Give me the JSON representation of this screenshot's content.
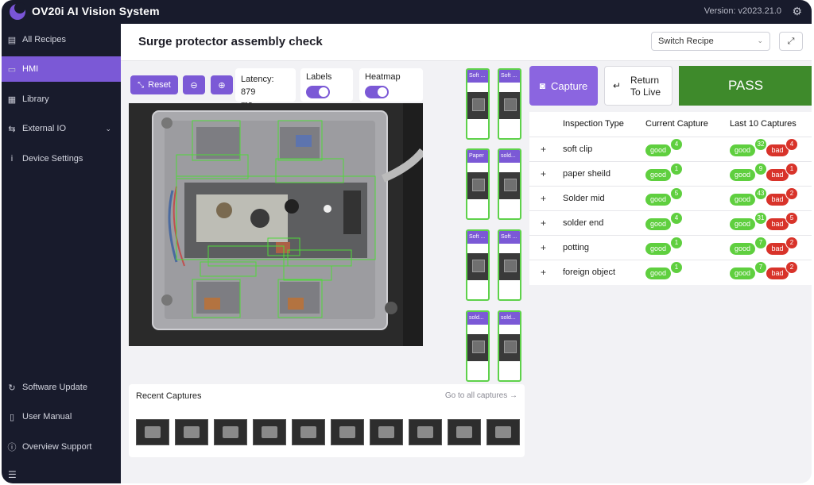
{
  "app": {
    "title": "OV20i AI Vision System",
    "version": "Version: v2023.21.0"
  },
  "sidebar": {
    "items": [
      {
        "label": "All Recipes",
        "icon": "document-icon",
        "active": false
      },
      {
        "label": "HMI",
        "icon": "monitor-icon",
        "active": true
      },
      {
        "label": "Library",
        "icon": "grid-icon",
        "active": false
      },
      {
        "label": "External IO",
        "icon": "io-icon",
        "active": false
      },
      {
        "label": "Device Settings",
        "icon": "info-icon",
        "active": false
      }
    ],
    "bottom_items": [
      {
        "label": "Software Update",
        "icon": "refresh-icon"
      },
      {
        "label": "User Manual",
        "icon": "book-icon"
      },
      {
        "label": "Overview Support",
        "icon": "info-icon"
      }
    ]
  },
  "header": {
    "title": "Surge protector assembly check",
    "switch_recipe": "Switch Recipe"
  },
  "toolbar": {
    "reset_label": "Reset",
    "latency_label": "Latency: 879",
    "latency_unit": "ms",
    "labels_label": "Labels",
    "heatmap_label": "Heatmap"
  },
  "thumbnails": [
    {
      "label": "Soft ..."
    },
    {
      "label": "Soft ..."
    },
    {
      "label": "Paper"
    },
    {
      "label": "sold..."
    },
    {
      "label": "Soft ..."
    },
    {
      "label": "Soft ..."
    },
    {
      "label": "sold..."
    },
    {
      "label": "sold..."
    }
  ],
  "actions": {
    "capture_label": "Capture",
    "return_line1": "Return",
    "return_line2": "To Live",
    "result": "PASS"
  },
  "table": {
    "headers": [
      "Inspection Type",
      "Current Capture",
      "Last 10 Captures"
    ],
    "rows": [
      {
        "name": "soft clip",
        "current": "good",
        "current_count": "4",
        "last_good": "good",
        "last_good_count": "32",
        "last_bad": "bad",
        "last_bad_count": "4"
      },
      {
        "name": "paper sheild",
        "current": "good",
        "current_count": "1",
        "last_good": "good",
        "last_good_count": "9",
        "last_bad": "bad",
        "last_bad_count": "1"
      },
      {
        "name": "Solder mid",
        "current": "good",
        "current_count": "5",
        "last_good": "good",
        "last_good_count": "43",
        "last_bad": "bad",
        "last_bad_count": "2"
      },
      {
        "name": "solder end",
        "current": "good",
        "current_count": "4",
        "last_good": "good",
        "last_good_count": "31",
        "last_bad": "bad",
        "last_bad_count": "5"
      },
      {
        "name": "potting",
        "current": "good",
        "current_count": "1",
        "last_good": "good",
        "last_good_count": "7",
        "last_bad": "bad",
        "last_bad_count": "2"
      },
      {
        "name": "foreign object",
        "current": "good",
        "current_count": "1",
        "last_good": "good",
        "last_good_count": "7",
        "last_bad": "bad",
        "last_bad_count": "2"
      }
    ]
  },
  "recent": {
    "title": "Recent Captures",
    "link": "Go to all captures →",
    "thumbs": 10
  },
  "colors": {
    "accent": "#7b59d6",
    "pass": "#3e8a2b",
    "good": "#5fcf3f",
    "bad": "#d8332a",
    "sidebar": "#181b2c"
  }
}
